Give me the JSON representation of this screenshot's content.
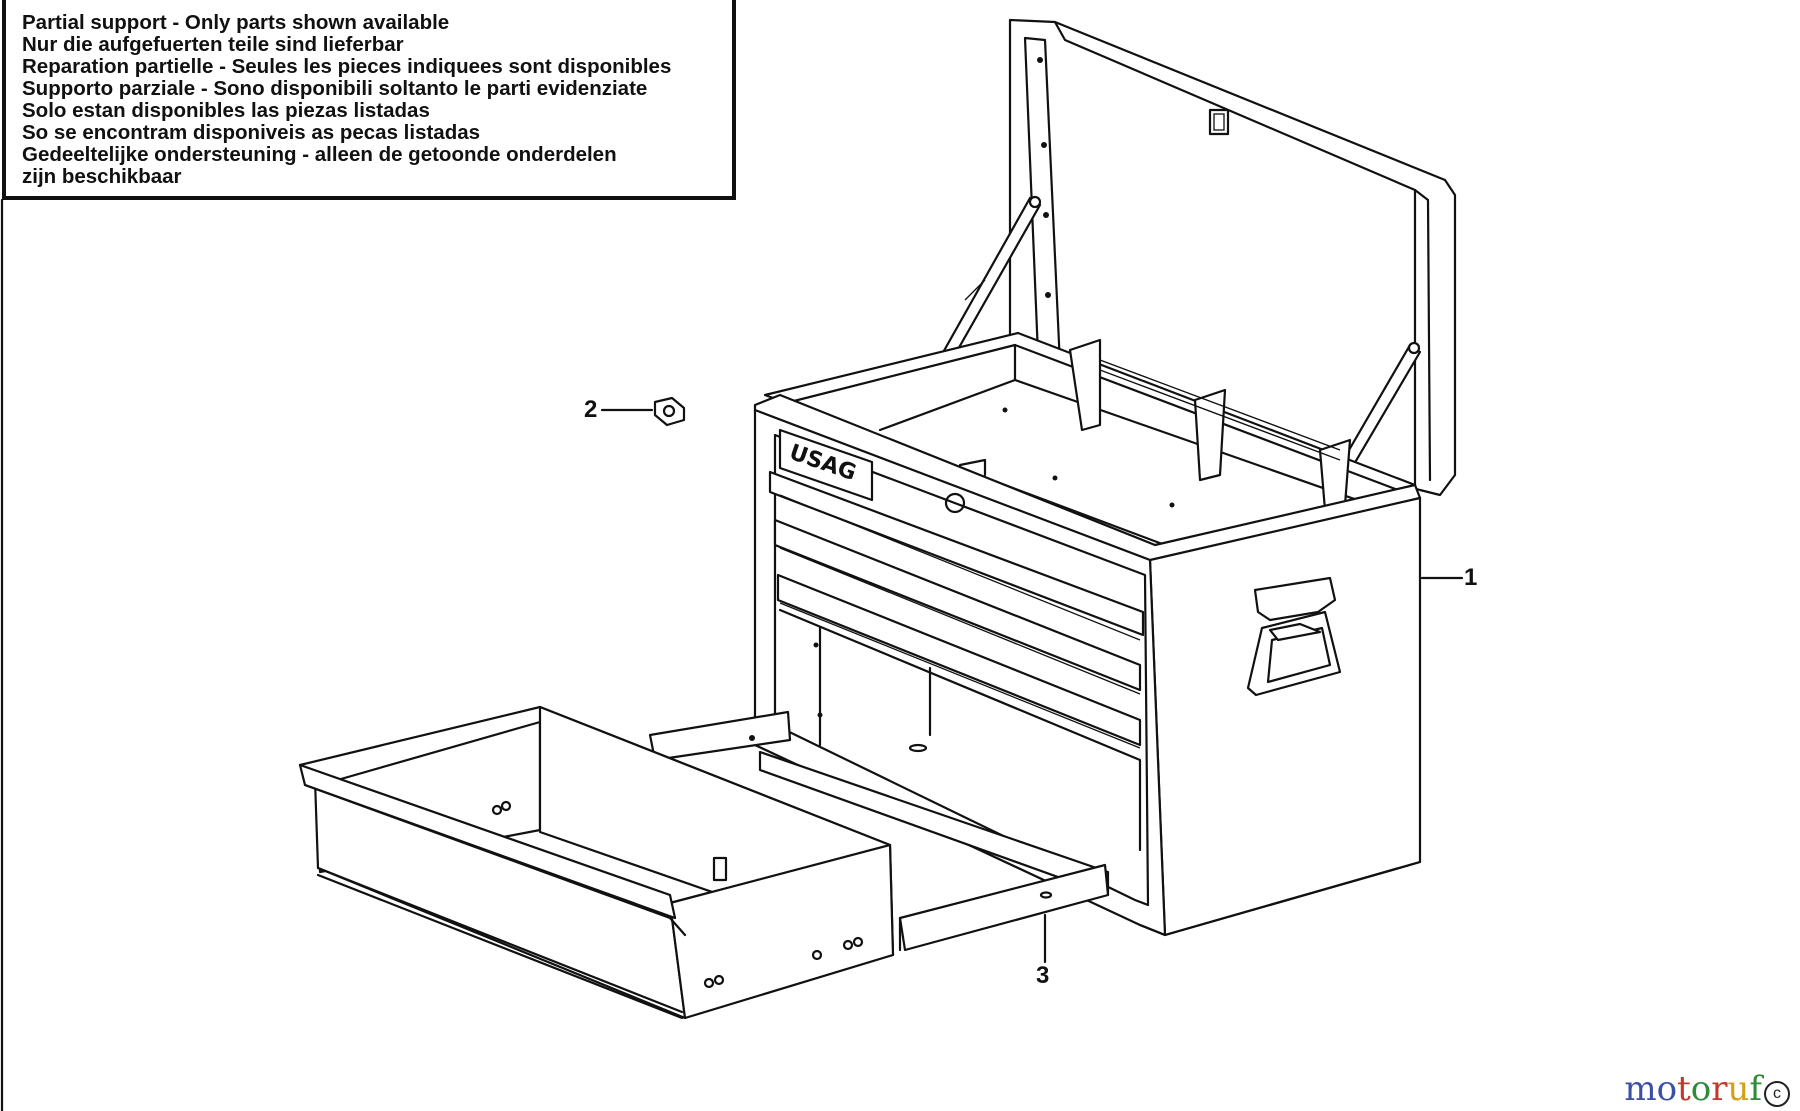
{
  "notice": {
    "lines": [
      "Partial support - Only parts shown available",
      "Nur die aufgefuerten teile sind lieferbar",
      "Reparation partielle - Seules les pieces indiquees sont disponibles",
      "Supporto parziale - Sono disponibili soltanto le parti evidenziate",
      "Solo estan disponibles las piezas listadas",
      "So se encontram disponiveis as pecas listadas",
      "Gedeeltelijke ondersteuning - alleen de getoonde onderdelen",
      "zijn beschikbaar"
    ]
  },
  "callouts": {
    "part1": "1",
    "part2": "2",
    "part3": "3"
  },
  "brand_logo": "USAG",
  "watermark": {
    "letters": [
      "m",
      "o",
      "t",
      "o",
      "r",
      "u",
      "f"
    ],
    "colors": [
      "#3b4fa3",
      "#3b4fa3",
      "#c0392b",
      "#2e8b3a",
      "#c0392b",
      "#d4a017",
      "#2e8b3a"
    ],
    "copyright": "c"
  }
}
